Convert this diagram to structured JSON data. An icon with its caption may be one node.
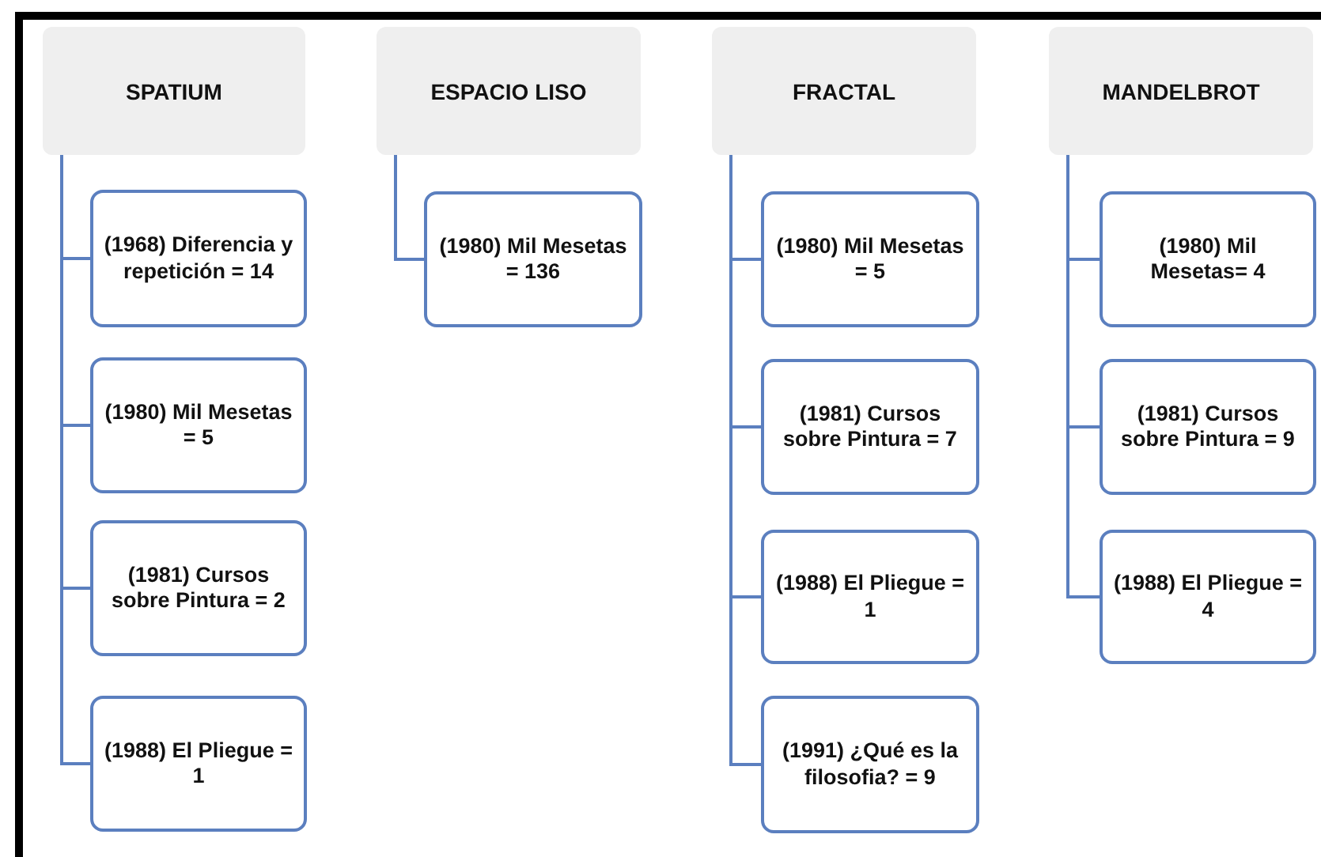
{
  "diagram": {
    "nodes": [
      {
        "text": [
          "SPATIUM"
        ]
      },
      {
        "text": [
          "(1968) Diferencia y repetición = 14"
        ]
      },
      {
        "text": [
          "(1980) Mil Mesetas = 5"
        ]
      },
      {
        "text": [
          "(1981) Cursos sobre Pintura = 2"
        ]
      },
      {
        "text": [
          "(1988) El Pliegue = 1"
        ]
      },
      {
        "text": [
          "ESPACIO LISO"
        ]
      },
      {
        "text": [
          "(1980) Mil Mesetas = 136"
        ]
      },
      {
        "text": [
          "FRACTAL"
        ]
      },
      {
        "text": [
          "(1980) Mil Mesetas = 5"
        ]
      },
      {
        "text": [
          "(1981) Cursos sobre Pintura = 7"
        ]
      },
      {
        "text": [
          "(1988) El Pliegue = 1"
        ]
      },
      {
        "text": [
          "(1991) ¿Qué es la filosofia? = 9"
        ]
      },
      {
        "text": [
          "MANDELBROT"
        ]
      },
      {
        "text": [
          "(1980) Mil Mesetas= 4"
        ]
      },
      {
        "text": [
          "(1981) Cursos sobre Pintura = 9"
        ]
      },
      {
        "text": [
          "(1988) El Pliegue = 4"
        ]
      }
    ],
    "edges": [
      {
        "from": 0,
        "to": 1,
        "arrow": "none"
      },
      {
        "from": 0,
        "to": 2,
        "arrow": "none"
      },
      {
        "from": 0,
        "to": 3,
        "arrow": "none"
      },
      {
        "from": 0,
        "to": 4,
        "arrow": "none"
      },
      {
        "from": 5,
        "to": 6,
        "arrow": "none"
      },
      {
        "from": 7,
        "to": 8,
        "arrow": "none"
      },
      {
        "from": 7,
        "to": 9,
        "arrow": "none"
      },
      {
        "from": 7,
        "to": 10,
        "arrow": "none"
      },
      {
        "from": 7,
        "to": 11,
        "arrow": "none"
      },
      {
        "from": 12,
        "to": 13,
        "arrow": "none"
      },
      {
        "from": 12,
        "to": 14,
        "arrow": "none"
      },
      {
        "from": 12,
        "to": 15,
        "arrow": "none"
      }
    ]
  }
}
